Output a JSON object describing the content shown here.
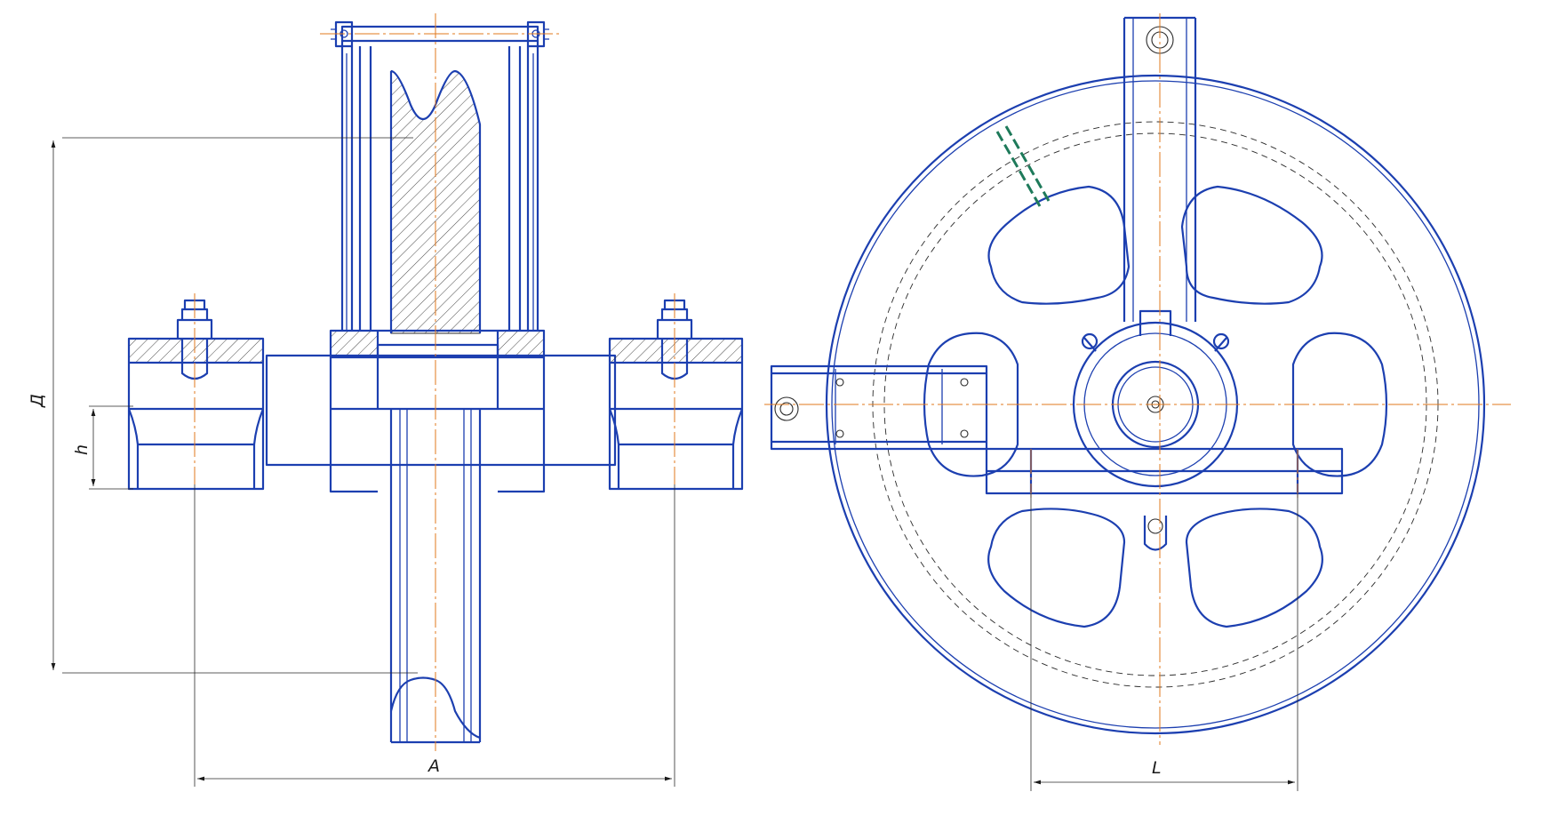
{
  "dimensions": {
    "diameter_label": "Д",
    "height_label": "h",
    "width_label": "A",
    "base_label": "L"
  },
  "colors": {
    "outline": "#1c3fb0",
    "axis": "#e0781e",
    "thin": "#2a2a2a",
    "mark": "#1e7a5a"
  }
}
